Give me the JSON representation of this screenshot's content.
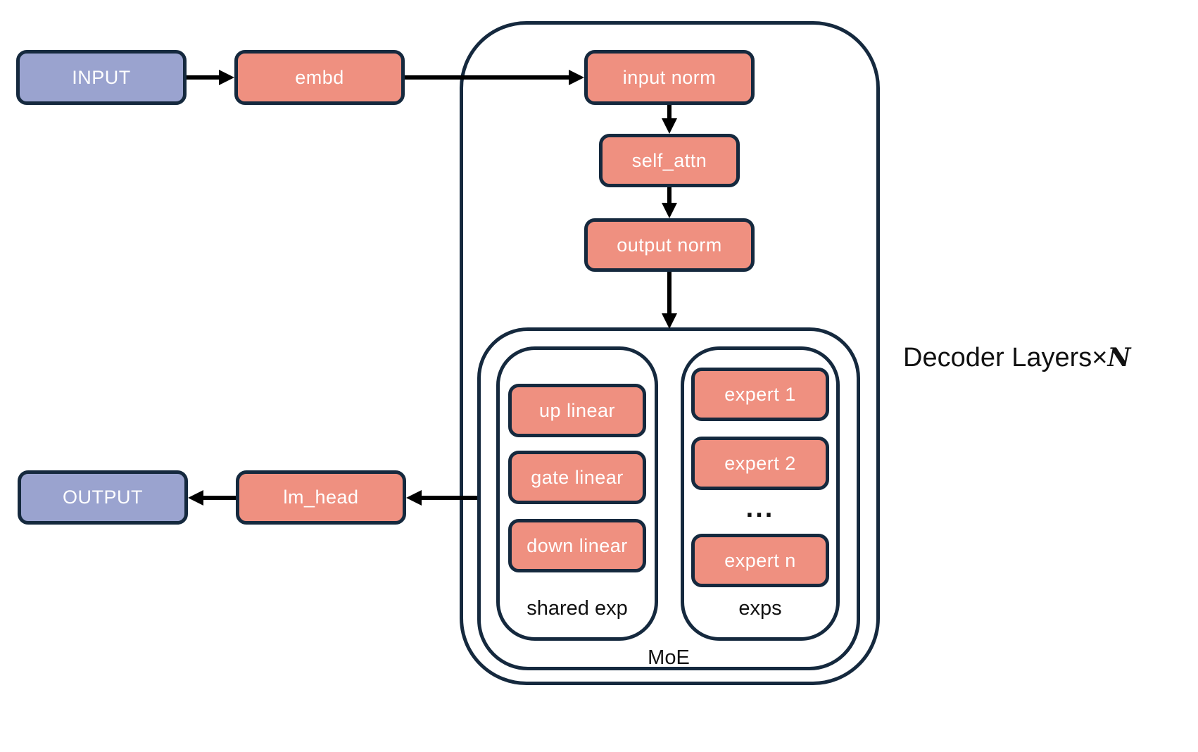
{
  "colors": {
    "salmon": "#EF9080",
    "purple": "#9AA3CF",
    "stroke": "#15293E",
    "arrow": "#000000",
    "label": "#111111",
    "bg": "#FFFFFF"
  },
  "nodes": {
    "input": "INPUT",
    "embd": "embd",
    "input_norm": "input norm",
    "self_attn": "self_attn",
    "output_norm": "output norm",
    "up_linear": "up linear",
    "gate_linear": "gate linear",
    "down_linear": "down linear",
    "expert_1": "expert 1",
    "expert_2": "expert 2",
    "expert_n": "expert n",
    "lm_head": "lm_head",
    "output": "OUTPUT"
  },
  "containers": {
    "moe_label": "MoE",
    "shared_exp_label": "shared exp",
    "exps_label": "exps"
  },
  "decoder_layers": {
    "text": "Decoder Layers",
    "times": "×",
    "n": "N"
  },
  "ellipsis": "...",
  "edges": [
    {
      "from": "INPUT",
      "to": "embd"
    },
    {
      "from": "embd",
      "to": "input norm"
    },
    {
      "from": "input norm",
      "to": "self_attn"
    },
    {
      "from": "self_attn",
      "to": "output norm"
    },
    {
      "from": "output norm",
      "to": "MoE"
    },
    {
      "from": "MoE",
      "to": "lm_head"
    },
    {
      "from": "lm_head",
      "to": "OUTPUT"
    }
  ]
}
